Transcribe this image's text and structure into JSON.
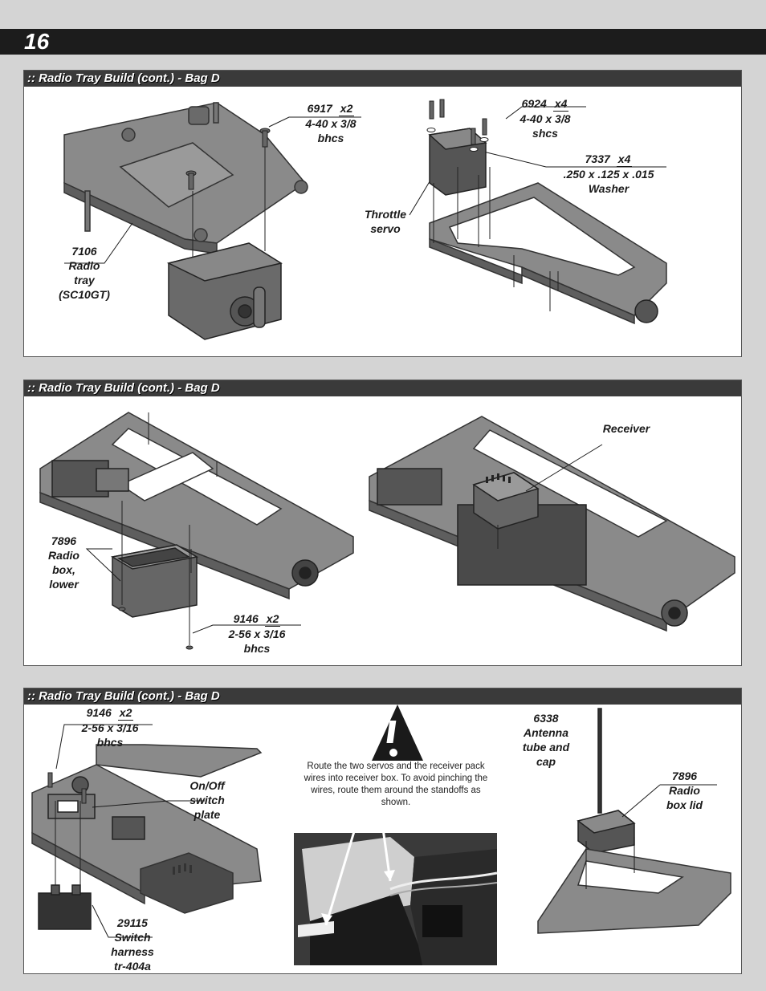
{
  "page": {
    "number": "16"
  },
  "sections": [
    {
      "title": ":: Radio Tray Build (cont.) - Bag D",
      "labels": {
        "p6917_num": "6917",
        "p6917_qty": "x2",
        "p6917_desc1": "4-40 x 3/8",
        "p6917_desc2": "bhcs",
        "p7106_num": "7106",
        "p7106_d1": "Radio",
        "p7106_d2": "tray",
        "p7106_d3": "(SC10GT)",
        "p6924_num": "6924",
        "p6924_qty": "x4",
        "p6924_desc1": "4-40 x 3/8",
        "p6924_desc2": "shcs",
        "p7337_num": "7337",
        "p7337_qty": "x4",
        "p7337_desc1": ".250 x .125 x .015",
        "p7337_desc2": "Washer",
        "throttle1": "Throttle",
        "throttle2": "servo"
      }
    },
    {
      "title": ":: Radio Tray Build (cont.) - Bag D",
      "labels": {
        "receiver": "Receiver",
        "p7896_num": "7896",
        "p7896_d1": "Radio",
        "p7896_d2": "box,",
        "p7896_d3": "lower",
        "p9146_num": "9146",
        "p9146_qty": "x2",
        "p9146_desc1": "2-56 x 3/16",
        "p9146_desc2": "bhcs"
      }
    },
    {
      "title": ":: Radio Tray Build (cont.) - Bag D",
      "labels": {
        "p9146_num": "9146",
        "p9146_qty": "x2",
        "p9146_desc1": "2-56 x 3/16",
        "p9146_desc2": "bhcs",
        "onoff1": "On/Off",
        "onoff2": "switch",
        "onoff3": "plate",
        "p29115_num": "29115",
        "p29115_d1": "Switch",
        "p29115_d2": "harness",
        "p29115_d3": "tr-404a",
        "p6338_num": "6338",
        "p6338_d1": "Antenna",
        "p6338_d2": "tube and",
        "p6338_d3": "cap",
        "p7896_num": "7896",
        "p7896_d1": "Radio",
        "p7896_d2": "box lid"
      },
      "warning_icon": "exclamation-triangle-icon",
      "note": "Route the two servos and the receiver pack wires into receiver box.  To avoid pinching the wires, route them around the standoffs as shown."
    }
  ]
}
